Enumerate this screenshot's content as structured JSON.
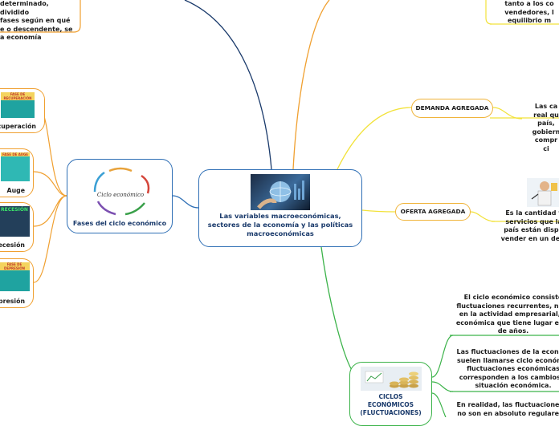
{
  "central": {
    "title": "Las variables macroeconómicas, sectores de la economía y las políticas macroeconómicas"
  },
  "fases": {
    "title": "Fases del ciclo económico",
    "diagram_title": "Ciclo económico",
    "phases": [
      {
        "label": "Recuperación",
        "image_text": "FASE DE RECUPERACIÓN"
      },
      {
        "label": "Auge",
        "image_text": "FASE DE AUGE"
      },
      {
        "label": "Recesión",
        "image_text": "RECESIÓN"
      },
      {
        "label": "Depresión",
        "image_text": "FASE DE DEPRESIÓN"
      }
    ],
    "top_left_note": [
      "determinado, dividido",
      "fases según en qué",
      "e o descendente, se",
      "a economía"
    ]
  },
  "demanda": {
    "title": "DEMANDA AGREGADA",
    "note": [
      "Las ca",
      "real qu",
      "país,",
      "gobiern",
      "compr",
      "ci"
    ]
  },
  "oferta": {
    "title": "OFERTA AGREGADA",
    "note": [
      "Es la cantidad to",
      "servicios que las",
      "país están dispue",
      "vender en un deter"
    ]
  },
  "top_right_note": [
    "tanto a los co",
    "vendedores, l",
    "equilibrio m"
  ],
  "ciclos": {
    "title": [
      "CICLOS",
      "ECONÓMICOS",
      "(FLUCTUACIONES)"
    ],
    "notes": [
      [
        "El ciclo económico consiste",
        "fluctuaciones recurrentes, no p",
        "en la actividad empresarial, g",
        "económica que tiene lugar en u",
        "de años."
      ],
      [
        "Las fluctuaciones de la econom",
        "suelen llamarse ciclo económic",
        "fluctuaciones económicas",
        "corresponden a los cambios d",
        "situación económica."
      ],
      [
        "En realidad, las fluctuaciones e",
        "no son en absoluto regulares y"
      ]
    ]
  },
  "colors": {
    "central_border": "#2f6fb5",
    "link_blue": "#2f6fb5",
    "link_orange": "#f0a030",
    "link_yellow": "#f2e23a",
    "link_green": "#3cb34a"
  }
}
